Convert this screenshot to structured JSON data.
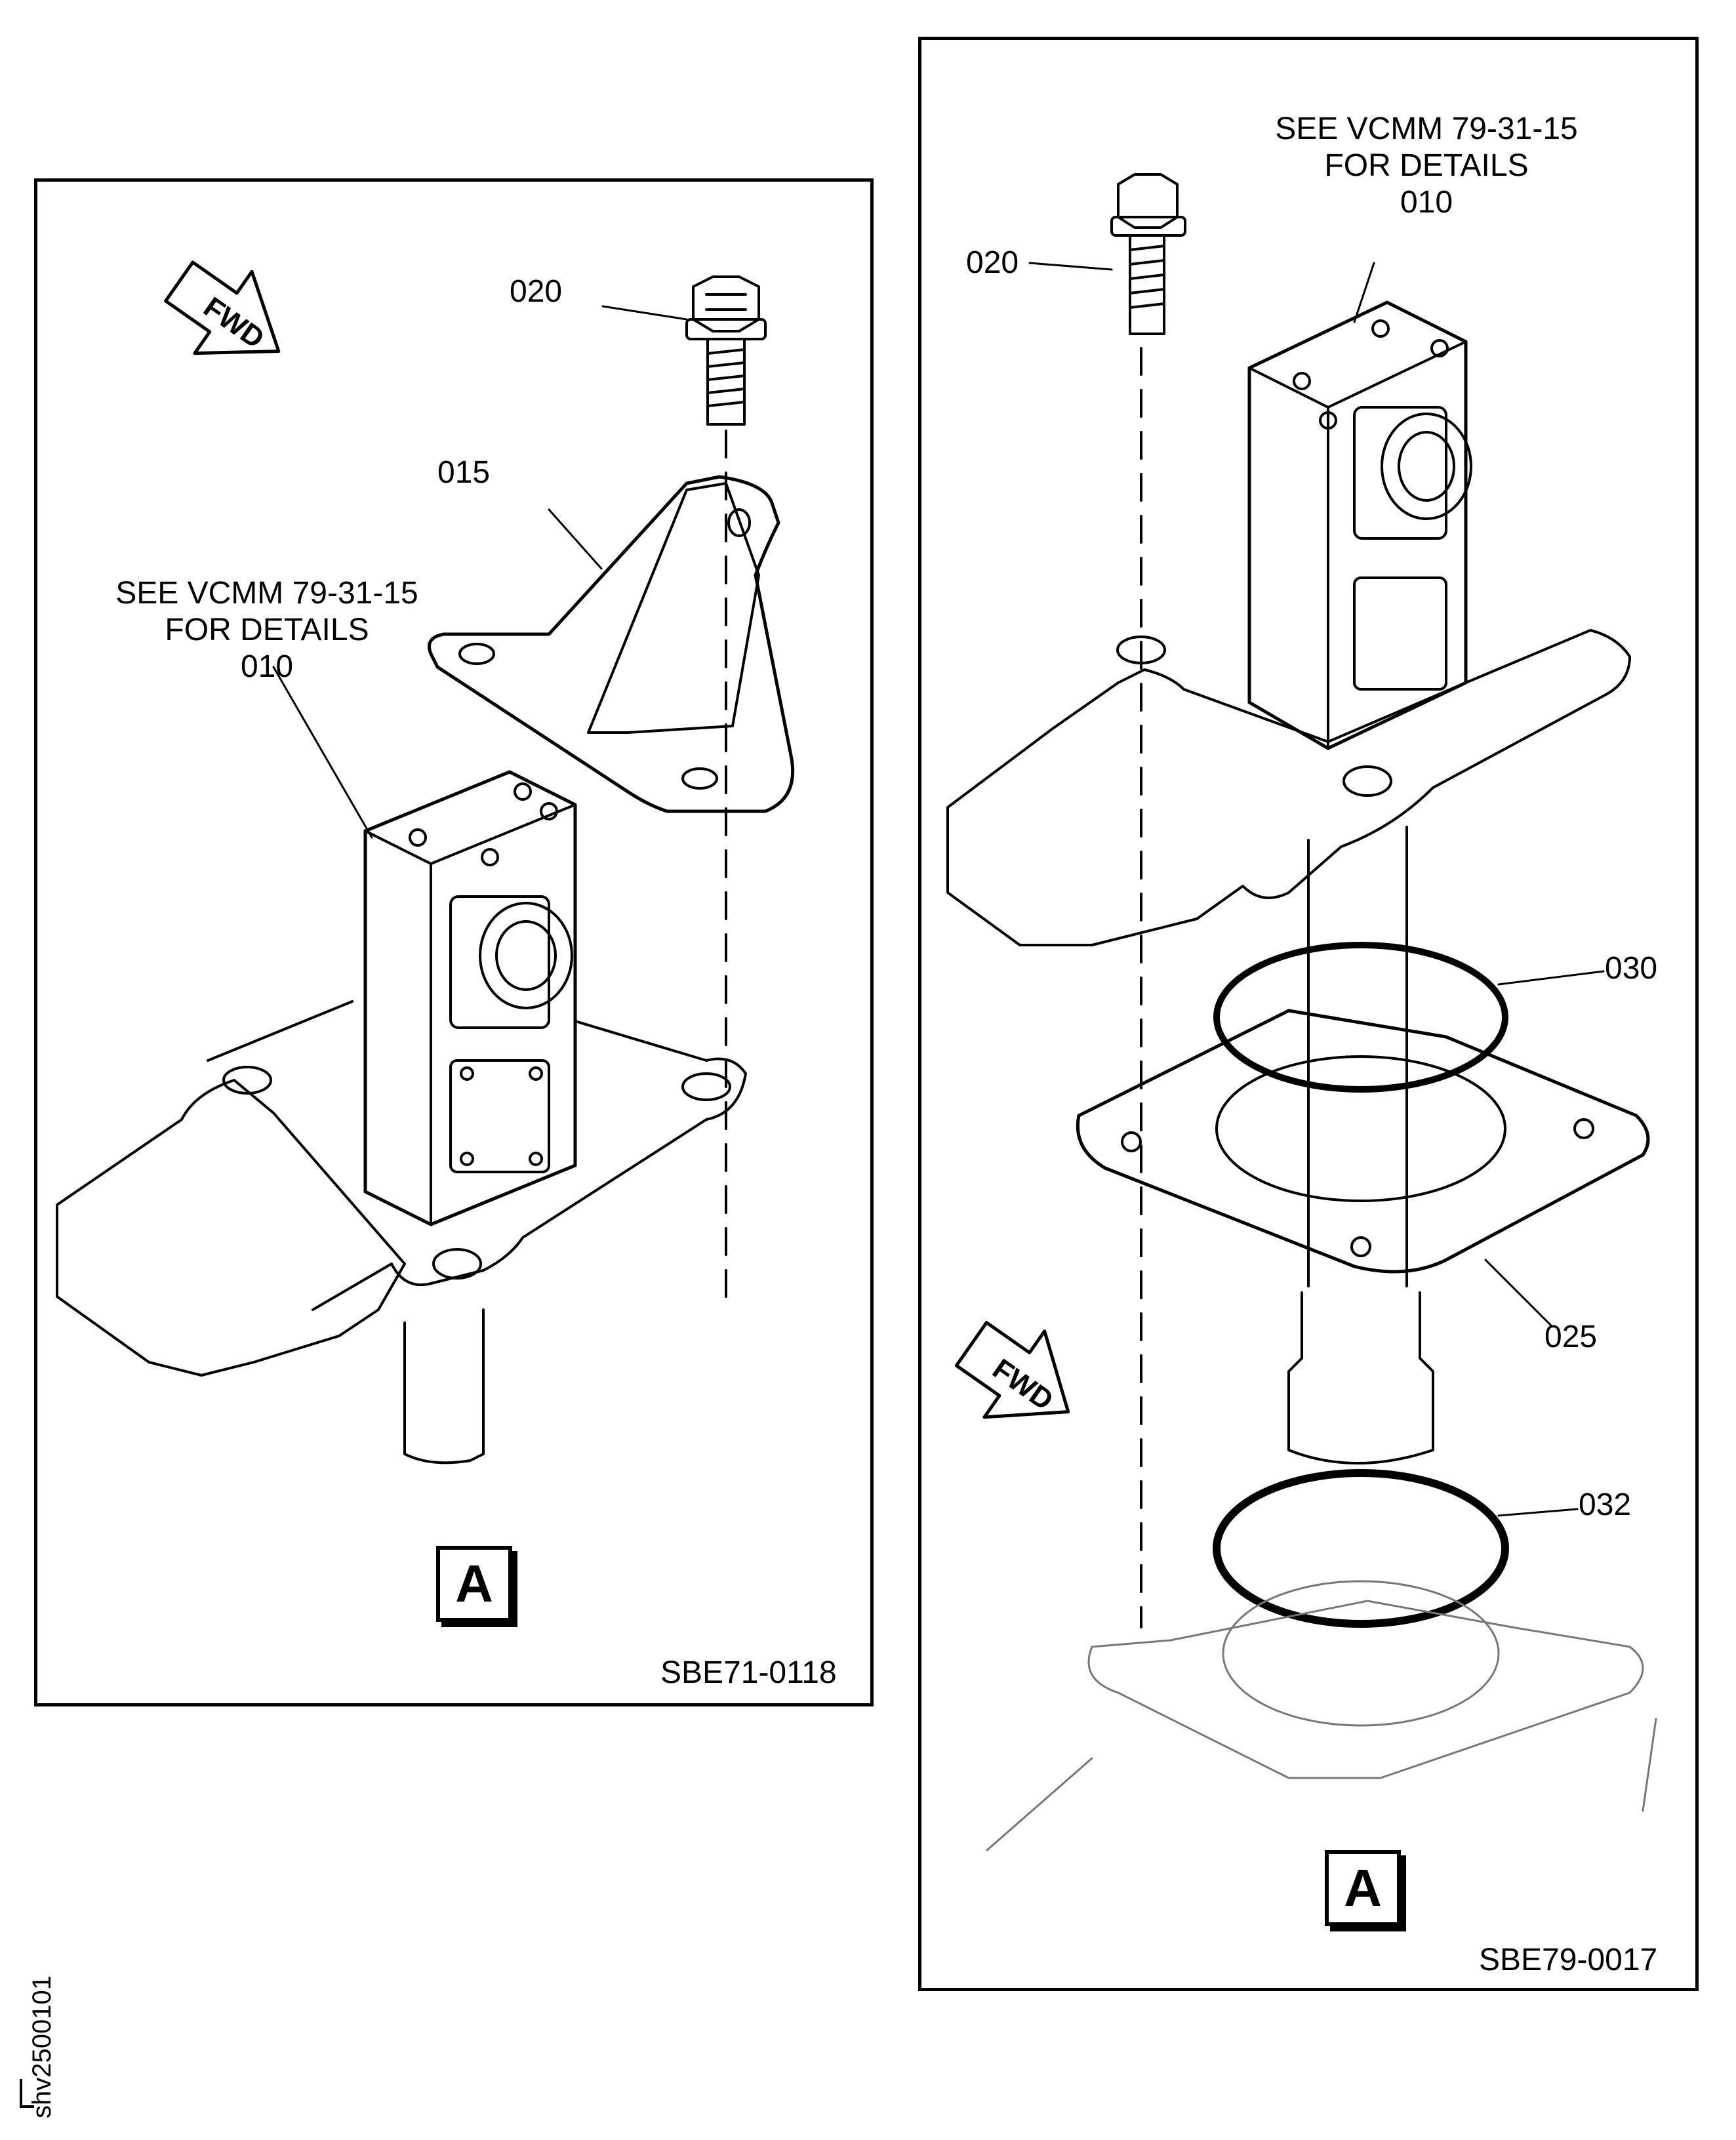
{
  "figure_id": "shv2500101",
  "left_panel": {
    "callouts": {
      "bolt": "020",
      "bracket": "015",
      "note_line1": "SEE VCMM 79-31-15",
      "note_line2": "FOR DETAILS",
      "sensor": "010"
    },
    "fwd_label": "FWD",
    "view_label": "A",
    "drawing_number": "SBE71-0118"
  },
  "right_panel": {
    "callouts": {
      "note_line1": "SEE VCMM 79-31-15",
      "note_line2": "FOR DETAILS",
      "sensor": "010",
      "bolt": "020",
      "seal_upper": "030",
      "adapter_plate": "025",
      "seal_lower": "032"
    },
    "fwd_label": "FWD",
    "view_label": "A",
    "drawing_number": "SBE79-0017"
  }
}
